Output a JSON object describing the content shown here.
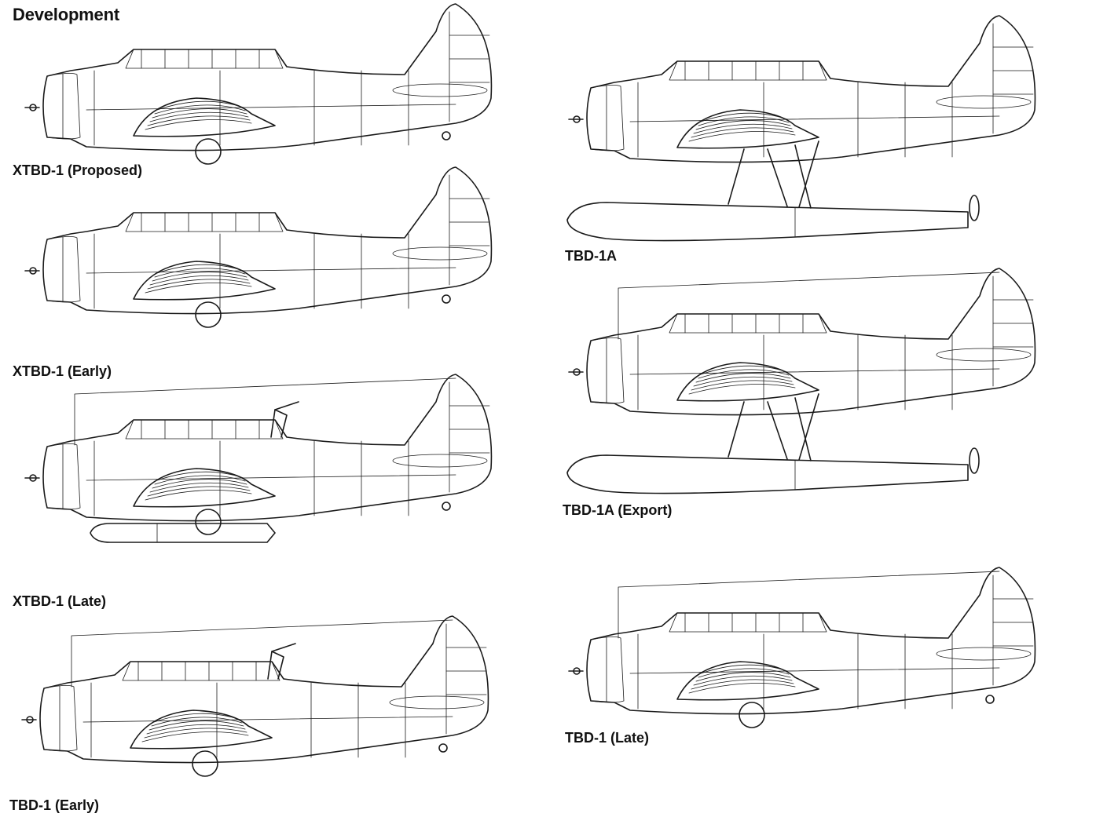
{
  "header": {
    "title": "Development"
  },
  "variants": [
    {
      "id": "xtbd1-proposed",
      "label": "XTBD-1 (Proposed)",
      "float": false,
      "aerial": false,
      "torpedo": false,
      "gun": false,
      "wheels": true
    },
    {
      "id": "xtbd1-early",
      "label": "XTBD-1 (Early)",
      "float": false,
      "aerial": false,
      "torpedo": false,
      "gun": false,
      "wheels": true
    },
    {
      "id": "xtbd1-late",
      "label": "XTBD-1 (Late)",
      "float": false,
      "aerial": true,
      "torpedo": true,
      "gun": true,
      "wheels": true
    },
    {
      "id": "tbd1-early",
      "label": "TBD-1 (Early)",
      "float": false,
      "aerial": true,
      "torpedo": false,
      "gun": true,
      "wheels": true
    },
    {
      "id": "tbd1a",
      "label": "TBD-1A",
      "float": true,
      "aerial": false,
      "torpedo": false,
      "gun": false,
      "wheels": false
    },
    {
      "id": "tbd1a-export",
      "label": "TBD-1A (Export)",
      "float": true,
      "aerial": true,
      "torpedo": false,
      "gun": false,
      "wheels": false
    },
    {
      "id": "tbd1-late",
      "label": "TBD-1 (Late)",
      "float": false,
      "aerial": true,
      "torpedo": false,
      "gun": false,
      "wheels": true
    }
  ]
}
